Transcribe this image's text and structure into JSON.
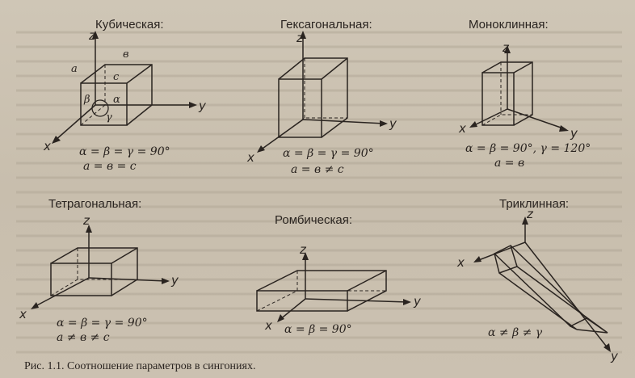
{
  "systems": [
    {
      "title": "Кубическая:",
      "formula_line1": "α = β = γ = 90°",
      "formula_line2": "a = в = c"
    },
    {
      "title": "Гексагональная:",
      "formula_line1": "α = β = γ = 90°",
      "formula_line2": "a = в ≠ c"
    },
    {
      "title": "Моноклинная:",
      "formula_line1": "α = β = 90°, γ = 120°",
      "formula_line2": "a = в"
    },
    {
      "title": "Тетрагональная:",
      "formula_line1": "α = β = γ = 90°",
      "formula_line2": "a ≠ в ≠ c"
    },
    {
      "title": "Ромбическая:",
      "formula_line1": "α = β = 90°",
      "formula_line2": ""
    },
    {
      "title": "Триклинная:",
      "formula_line1": "α ≠ β ≠ γ",
      "formula_line2": ""
    }
  ],
  "axes": {
    "x": "x",
    "y": "y",
    "z": "z"
  },
  "cube_labels": {
    "a": "a",
    "b": "в",
    "c": "c",
    "alpha": "α",
    "beta": "β",
    "gamma": "γ"
  },
  "caption": "Рис. 1.1. Соотношение параметров в сингониях."
}
